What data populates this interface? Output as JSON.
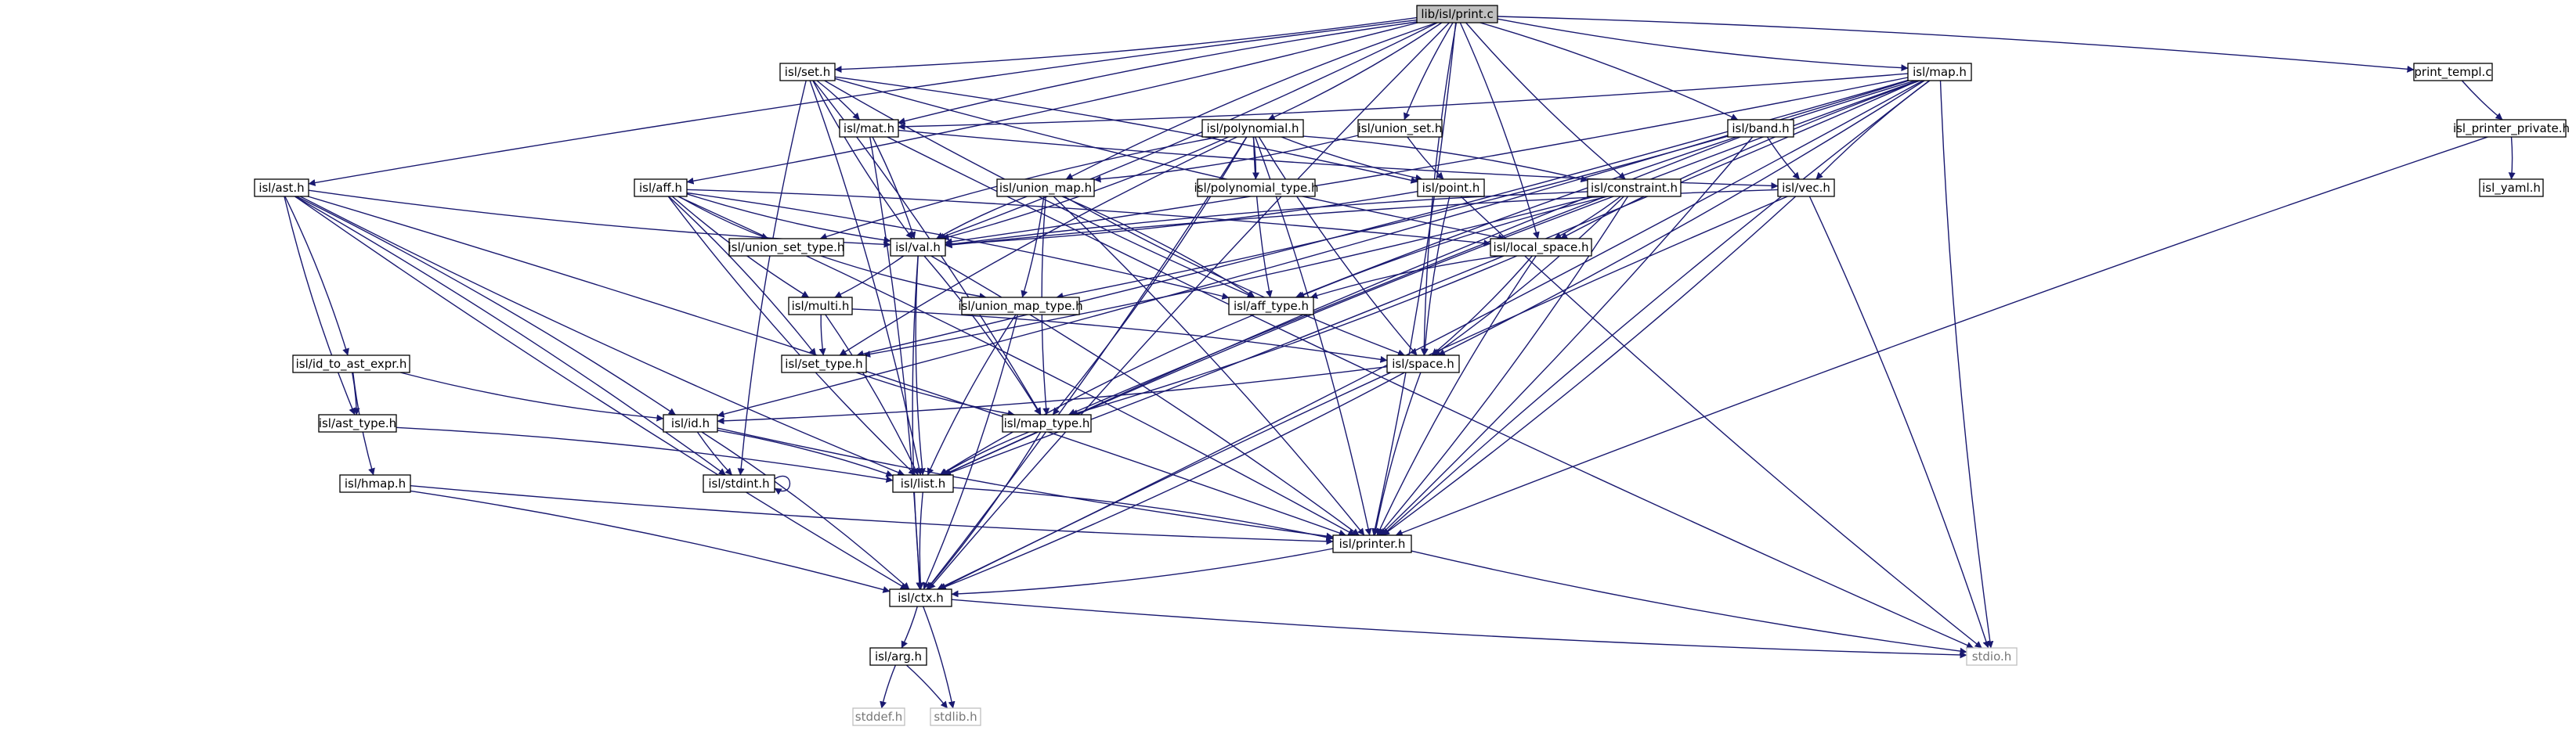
{
  "diagram": {
    "colors": {
      "edge": "#191970",
      "node_border": "#000000",
      "root_fill": "#bfbfbf",
      "node_fill": "#ffffff",
      "external_border": "#bfbfbf",
      "external_text": "#777777",
      "text": "#000000"
    },
    "nodes": [
      {
        "id": "print_c",
        "label": "lib/isl/print.c",
        "kind": "root"
      },
      {
        "id": "set_h",
        "label": "isl/set.h",
        "kind": "header"
      },
      {
        "id": "map_h",
        "label": "isl/map.h",
        "kind": "header"
      },
      {
        "id": "print_templ",
        "label": "print_templ.c",
        "kind": "header"
      },
      {
        "id": "mat_h",
        "label": "isl/mat.h",
        "kind": "header"
      },
      {
        "id": "polynomial_h",
        "label": "isl/polynomial.h",
        "kind": "header"
      },
      {
        "id": "union_set_h",
        "label": "isl/union_set.h",
        "kind": "header"
      },
      {
        "id": "band_h",
        "label": "isl/band.h",
        "kind": "header"
      },
      {
        "id": "printer_private",
        "label": "isl_printer_private.h",
        "kind": "header"
      },
      {
        "id": "ast_h",
        "label": "isl/ast.h",
        "kind": "header"
      },
      {
        "id": "aff_h",
        "label": "isl/aff.h",
        "kind": "header"
      },
      {
        "id": "union_map_h",
        "label": "isl/union_map.h",
        "kind": "header"
      },
      {
        "id": "polynomial_type_h",
        "label": "isl/polynomial_type.h",
        "kind": "header"
      },
      {
        "id": "point_h",
        "label": "isl/point.h",
        "kind": "header"
      },
      {
        "id": "constraint_h",
        "label": "isl/constraint.h",
        "kind": "header"
      },
      {
        "id": "vec_h",
        "label": "isl/vec.h",
        "kind": "header"
      },
      {
        "id": "yaml_h",
        "label": "isl_yaml.h",
        "kind": "header"
      },
      {
        "id": "union_set_type_h",
        "label": "isl/union_set_type.h",
        "kind": "header"
      },
      {
        "id": "val_h",
        "label": "isl/val.h",
        "kind": "header"
      },
      {
        "id": "local_space_h",
        "label": "isl/local_space.h",
        "kind": "header"
      },
      {
        "id": "union_map_type_h",
        "label": "isl/union_map_type.h",
        "kind": "header"
      },
      {
        "id": "aff_type_h",
        "label": "isl/aff_type.h",
        "kind": "header"
      },
      {
        "id": "multi_h",
        "label": "isl/multi.h",
        "kind": "header"
      },
      {
        "id": "id_to_ast_expr_h",
        "label": "isl/id_to_ast_expr.h",
        "kind": "header"
      },
      {
        "id": "space_h",
        "label": "isl/space.h",
        "kind": "header"
      },
      {
        "id": "set_type_h",
        "label": "isl/set_type.h",
        "kind": "header"
      },
      {
        "id": "ast_type_h",
        "label": "isl/ast_type.h",
        "kind": "header"
      },
      {
        "id": "id_h",
        "label": "isl/id.h",
        "kind": "header"
      },
      {
        "id": "map_type_h",
        "label": "isl/map_type.h",
        "kind": "header"
      },
      {
        "id": "hmap_h",
        "label": "isl/hmap.h",
        "kind": "header"
      },
      {
        "id": "stdint_h",
        "label": "isl/stdint.h",
        "kind": "header"
      },
      {
        "id": "list_h",
        "label": "isl/list.h",
        "kind": "header"
      },
      {
        "id": "printer_h",
        "label": "isl/printer.h",
        "kind": "header"
      },
      {
        "id": "ctx_h",
        "label": "isl/ctx.h",
        "kind": "header"
      },
      {
        "id": "arg_h",
        "label": "isl/arg.h",
        "kind": "header"
      },
      {
        "id": "stdio_h",
        "label": "stdio.h",
        "kind": "external"
      },
      {
        "id": "stddef_h",
        "label": "stddef.h",
        "kind": "external"
      },
      {
        "id": "stdlib_h",
        "label": "stdlib.h",
        "kind": "external"
      }
    ],
    "edges": [
      [
        "print_c",
        "set_h"
      ],
      [
        "print_c",
        "map_h"
      ],
      [
        "print_c",
        "print_templ"
      ],
      [
        "print_c",
        "mat_h"
      ],
      [
        "print_c",
        "polynomial_h"
      ],
      [
        "print_c",
        "union_set_h"
      ],
      [
        "print_c",
        "band_h"
      ],
      [
        "print_c",
        "ast_h"
      ],
      [
        "print_c",
        "aff_h"
      ],
      [
        "print_c",
        "union_map_h"
      ],
      [
        "print_c",
        "val_h"
      ],
      [
        "print_c",
        "constraint_h"
      ],
      [
        "print_c",
        "local_space_h"
      ],
      [
        "print_c",
        "space_h"
      ],
      [
        "print_c",
        "printer_h"
      ],
      [
        "print_c",
        "ctx_h"
      ],
      [
        "set_h",
        "mat_h"
      ],
      [
        "set_h",
        "val_h"
      ],
      [
        "set_h",
        "point_h"
      ],
      [
        "set_h",
        "local_space_h"
      ],
      [
        "set_h",
        "list_h"
      ],
      [
        "set_h",
        "stdint_h"
      ],
      [
        "set_h",
        "map_type_h"
      ],
      [
        "set_h",
        "aff_type_h"
      ],
      [
        "map_h",
        "mat_h"
      ],
      [
        "map_h",
        "vec_h"
      ],
      [
        "map_h",
        "val_h"
      ],
      [
        "map_h",
        "local_space_h"
      ],
      [
        "map_h",
        "space_h"
      ],
      [
        "map_h",
        "aff_type_h"
      ],
      [
        "map_h",
        "list_h"
      ],
      [
        "map_h",
        "printer_h"
      ],
      [
        "map_h",
        "ctx_h"
      ],
      [
        "map_h",
        "stdio_h"
      ],
      [
        "map_h",
        "set_type_h"
      ],
      [
        "map_h",
        "map_type_h"
      ],
      [
        "map_h",
        "id_h"
      ],
      [
        "print_templ",
        "printer_private"
      ],
      [
        "printer_private",
        "yaml_h"
      ],
      [
        "printer_private",
        "printer_h"
      ],
      [
        "mat_h",
        "ctx_h"
      ],
      [
        "mat_h",
        "vec_h"
      ],
      [
        "mat_h",
        "val_h"
      ],
      [
        "mat_h",
        "stdio_h"
      ],
      [
        "polynomial_h",
        "val_h"
      ],
      [
        "polynomial_h",
        "point_h"
      ],
      [
        "polynomial_h",
        "polynomial_type_h"
      ],
      [
        "polynomial_h",
        "union_set_type_h"
      ],
      [
        "polynomial_h",
        "constraint_h"
      ],
      [
        "polynomial_h",
        "space_h"
      ],
      [
        "polynomial_h",
        "printer_h"
      ],
      [
        "polynomial_h",
        "aff_type_h"
      ],
      [
        "polynomial_h",
        "ctx_h"
      ],
      [
        "polynomial_h",
        "set_type_h"
      ],
      [
        "polynomial_h",
        "map_type_h"
      ],
      [
        "union_set_h",
        "point_h"
      ],
      [
        "union_set_h",
        "union_map_h"
      ],
      [
        "band_h",
        "vec_h"
      ],
      [
        "band_h",
        "printer_h"
      ],
      [
        "band_h",
        "list_h"
      ],
      [
        "band_h",
        "union_map_type_h"
      ],
      [
        "ast_h",
        "val_h"
      ],
      [
        "ast_h",
        "id_to_ast_expr_h"
      ],
      [
        "ast_h",
        "ast_type_h"
      ],
      [
        "ast_h",
        "id_h"
      ],
      [
        "ast_h",
        "list_h"
      ],
      [
        "ast_h",
        "printer_h"
      ],
      [
        "ast_h",
        "ctx_h"
      ],
      [
        "ast_h",
        "stdint_h"
      ],
      [
        "aff_h",
        "val_h"
      ],
      [
        "aff_h",
        "local_space_h"
      ],
      [
        "aff_h",
        "union_set_type_h"
      ],
      [
        "aff_h",
        "aff_type_h"
      ],
      [
        "aff_h",
        "multi_h"
      ],
      [
        "aff_h",
        "set_type_h"
      ],
      [
        "aff_h",
        "list_h"
      ],
      [
        "aff_h",
        "printer_h"
      ],
      [
        "union_map_h",
        "val_h"
      ],
      [
        "union_map_h",
        "union_map_type_h"
      ],
      [
        "union_map_h",
        "space_h"
      ],
      [
        "union_map_h",
        "aff_type_h"
      ],
      [
        "union_map_h",
        "map_type_h"
      ],
      [
        "union_map_h",
        "printer_h"
      ],
      [
        "point_h",
        "space_h"
      ],
      [
        "point_h",
        "val_h"
      ],
      [
        "point_h",
        "stdio_h"
      ],
      [
        "constraint_h",
        "local_space_h"
      ],
      [
        "constraint_h",
        "val_h"
      ],
      [
        "constraint_h",
        "space_h"
      ],
      [
        "constraint_h",
        "list_h"
      ],
      [
        "constraint_h",
        "printer_h"
      ],
      [
        "constraint_h",
        "aff_type_h"
      ],
      [
        "constraint_h",
        "set_type_h"
      ],
      [
        "vec_h",
        "val_h"
      ],
      [
        "vec_h",
        "printer_h"
      ],
      [
        "vec_h",
        "ctx_h"
      ],
      [
        "vec_h",
        "stdio_h"
      ],
      [
        "union_set_type_h",
        "union_map_type_h"
      ],
      [
        "val_h",
        "multi_h"
      ],
      [
        "val_h",
        "list_h"
      ],
      [
        "val_h",
        "printer_h"
      ],
      [
        "val_h",
        "ctx_h"
      ],
      [
        "val_h",
        "map_type_h"
      ],
      [
        "local_space_h",
        "aff_type_h"
      ],
      [
        "local_space_h",
        "space_h"
      ],
      [
        "local_space_h",
        "printer_h"
      ],
      [
        "local_space_h",
        "map_type_h"
      ],
      [
        "union_map_type_h",
        "list_h"
      ],
      [
        "union_map_type_h",
        "ctx_h"
      ],
      [
        "aff_type_h",
        "list_h"
      ],
      [
        "multi_h",
        "space_h"
      ],
      [
        "multi_h",
        "set_type_h"
      ],
      [
        "multi_h",
        "list_h"
      ],
      [
        "id_to_ast_expr_h",
        "id_h"
      ],
      [
        "id_to_ast_expr_h",
        "ast_type_h"
      ],
      [
        "id_to_ast_expr_h",
        "hmap_h"
      ],
      [
        "space_h",
        "id_h"
      ],
      [
        "space_h",
        "printer_h"
      ],
      [
        "space_h",
        "ctx_h"
      ],
      [
        "set_type_h",
        "map_type_h"
      ],
      [
        "ast_type_h",
        "list_h"
      ],
      [
        "id_h",
        "stdint_h"
      ],
      [
        "id_h",
        "list_h"
      ],
      [
        "id_h",
        "printer_h"
      ],
      [
        "id_h",
        "ctx_h"
      ],
      [
        "map_type_h",
        "list_h"
      ],
      [
        "map_type_h",
        "ctx_h"
      ],
      [
        "hmap_h",
        "printer_h"
      ],
      [
        "hmap_h",
        "ctx_h"
      ],
      [
        "stdint_h",
        "stdint_h"
      ],
      [
        "list_h",
        "printer_h"
      ],
      [
        "list_h",
        "ctx_h"
      ],
      [
        "printer_h",
        "ctx_h"
      ],
      [
        "printer_h",
        "stdio_h"
      ],
      [
        "ctx_h",
        "arg_h"
      ],
      [
        "ctx_h",
        "stdio_h"
      ],
      [
        "ctx_h",
        "stdlib_h"
      ],
      [
        "arg_h",
        "stddef_h"
      ],
      [
        "arg_h",
        "stdlib_h"
      ]
    ]
  }
}
